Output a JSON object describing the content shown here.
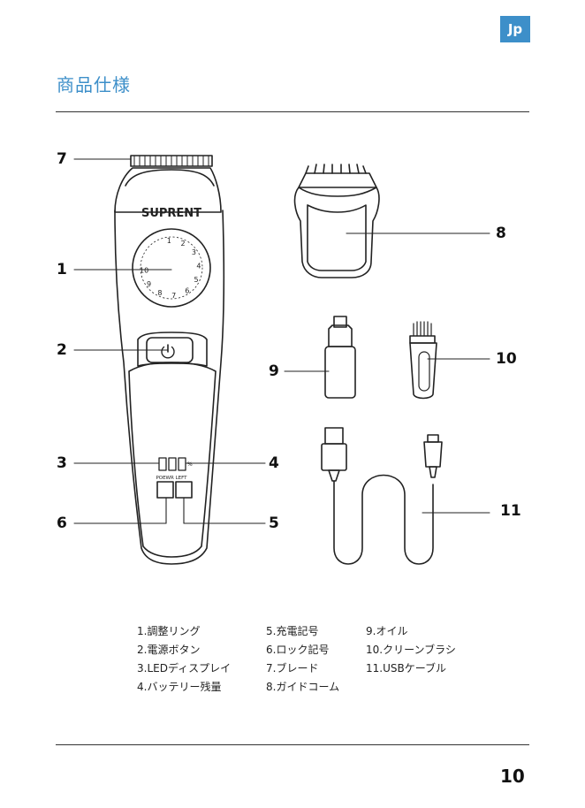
{
  "header": {
    "lang_badge": "Jp",
    "title": "商品仕様"
  },
  "figure": {
    "brand": "SUPRENT",
    "dial_numbers": [
      "1",
      "2",
      "3",
      "4",
      "5",
      "6",
      "7",
      "8",
      "9",
      "10"
    ],
    "display": {
      "digits": "100",
      "unit": "%",
      "sublabel": "POEWR LEFT"
    },
    "callouts": [
      "1",
      "2",
      "3",
      "4",
      "5",
      "6",
      "7",
      "8",
      "9",
      "10",
      "11"
    ]
  },
  "legend": {
    "col1": [
      "1.調整リング",
      "2.電源ボタン",
      "3.LEDディスプレイ",
      "4.バッテリー残量"
    ],
    "col2": [
      "5.充電記号",
      "6.ロック記号",
      "7.ブレード",
      "8.ガイドコーム"
    ],
    "col3": [
      "9.オイル",
      "10.クリーンブラシ",
      "11.USBケーブル"
    ]
  },
  "footer": {
    "page_number": "10"
  }
}
